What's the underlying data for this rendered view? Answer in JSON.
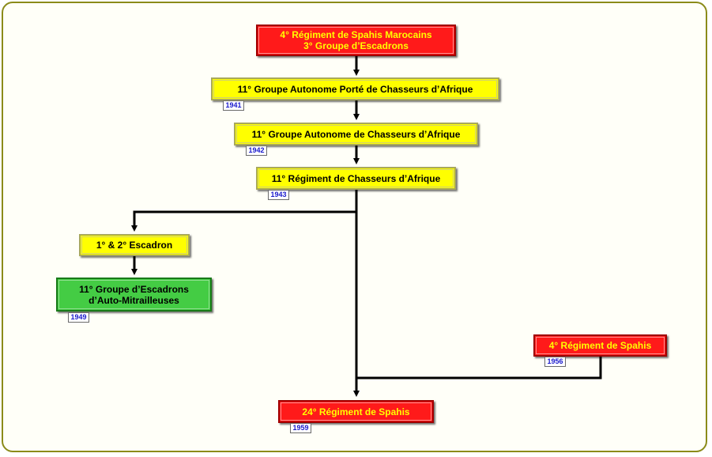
{
  "nodes": {
    "spahis_marocains": {
      "line1": "4° Régiment de Spahis Marocains",
      "line2": "3° Groupe d’Escadrons"
    },
    "gapca": {
      "label": "11° Groupe Autonome Porté de Chasseurs d’Afrique",
      "year": "1941"
    },
    "gaca": {
      "label": "11° Groupe Autonome de Chasseurs d’Afrique",
      "year": "1942"
    },
    "rca": {
      "label": "11° Régiment de Chasseurs d’Afrique",
      "year": "1943"
    },
    "escadron": {
      "label": "1° & 2° Escadron"
    },
    "gea": {
      "line1": "11° Groupe d’Escadrons",
      "line2": "d’Auto-Mitrailleuses",
      "year": "1949"
    },
    "spahis4": {
      "label": "4° Régiment de Spahis",
      "year": "1956"
    },
    "spahis24": {
      "label": "24° Régiment de Spahis",
      "year": "1959"
    }
  },
  "colors": {
    "red_box": "#ff1a1a",
    "red_text": "#ffff00",
    "yellow_box": "#ffff00",
    "green_box": "#44cc44",
    "connector": "#000000",
    "year_text": "#1a1acc",
    "frame": "#8b8b1a"
  }
}
